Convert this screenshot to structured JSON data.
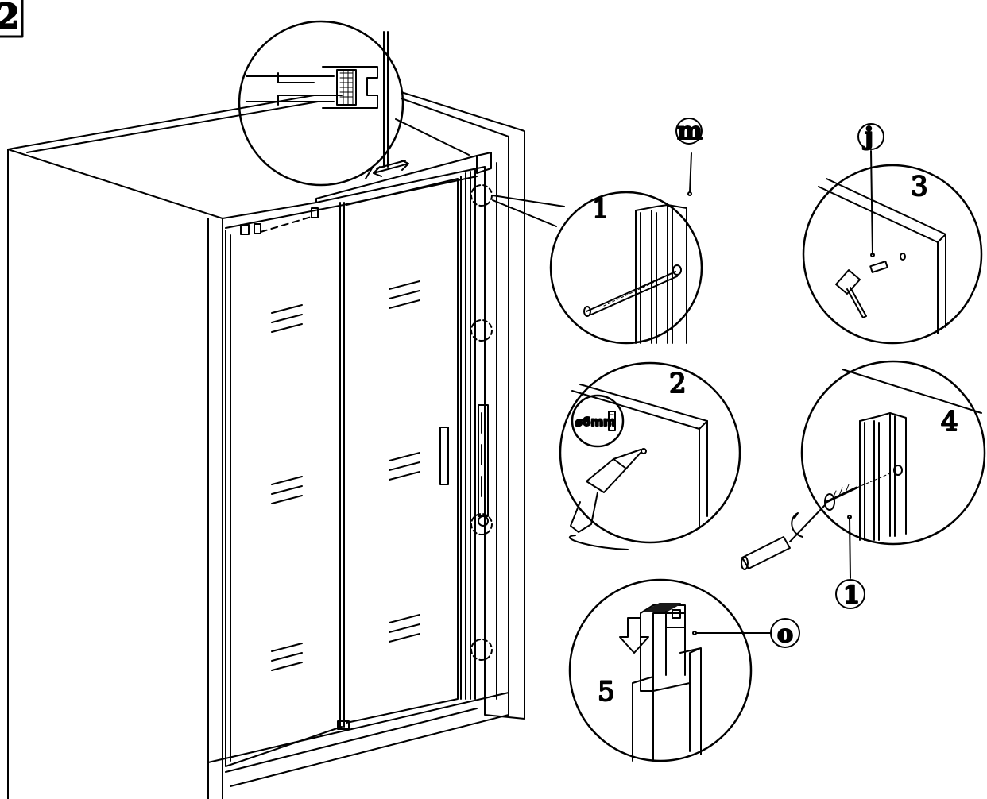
{
  "step_number": "2",
  "part_labels": {
    "m": "m",
    "j": "j",
    "o": "o",
    "one": "1"
  },
  "detail_steps": [
    "1",
    "2",
    "3",
    "4",
    "5"
  ],
  "drill_spec": "⌀6mm",
  "colors": {
    "ink": "#000000",
    "paper": "#ffffff",
    "gasket": "#1a1a1a"
  }
}
